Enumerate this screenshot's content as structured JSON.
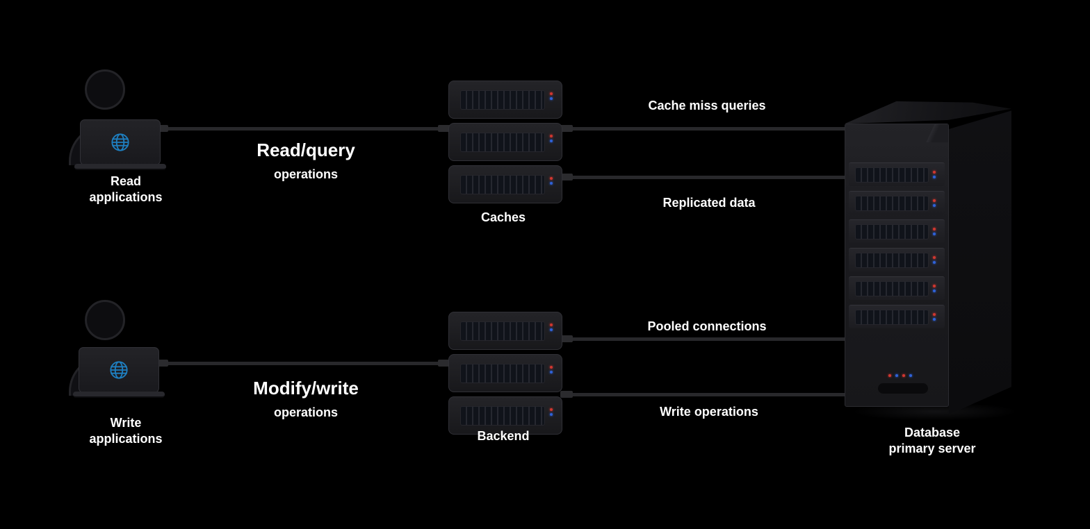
{
  "diagram": {
    "users": {
      "read": {
        "line1": "Read",
        "line2": "applications"
      },
      "write": {
        "line1": "Write",
        "line2": "applications"
      }
    },
    "flows": {
      "read": {
        "title": "Read/query",
        "subtitle": "operations"
      },
      "write": {
        "title": "Modify/write",
        "subtitle": "operations"
      }
    },
    "stacks": {
      "top_label": "Caches",
      "bottom_label": "Backend"
    },
    "tower": {
      "line1": "Database",
      "line2": "primary server"
    },
    "connection_labels": {
      "top_upper": "Cache miss queries",
      "top_lower": "Replicated data",
      "bottom_upper": "Pooled connections",
      "bottom_lower": "Write operations"
    },
    "colors": {
      "background": "#000000",
      "connector": "#28282b",
      "text": "#ffffff",
      "globe_blue": "#1e7fc0",
      "led_red": "#d03730",
      "led_blue": "#2f62d8"
    }
  }
}
